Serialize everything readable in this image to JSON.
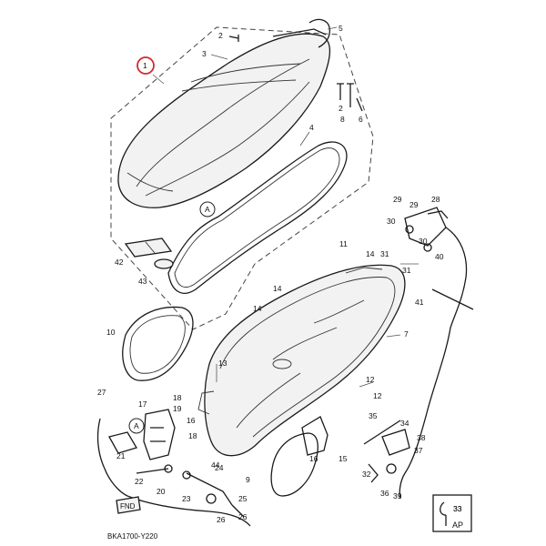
{
  "diagram": {
    "drawing_code": "BKA1700-Y220",
    "reference_letter": "A",
    "note_symbol_number": "33",
    "note_label": "AP",
    "highlighted_part": "1",
    "highlight_color": "#d22a2a",
    "part_numbers": [
      "1",
      "2",
      "2",
      "3",
      "4",
      "5",
      "6",
      "7",
      "8",
      "9",
      "10",
      "11",
      "12",
      "12",
      "13",
      "14",
      "14",
      "14",
      "15",
      "16",
      "16",
      "17",
      "18",
      "18",
      "19",
      "20",
      "21",
      "22",
      "23",
      "24",
      "25",
      "26",
      "26",
      "27",
      "28",
      "29",
      "29",
      "30",
      "30",
      "31",
      "31",
      "32",
      "33",
      "34",
      "35",
      "36",
      "37",
      "38",
      "39",
      "40",
      "41",
      "42",
      "43",
      "44"
    ],
    "components": [
      "seat",
      "seat-lock-cable",
      "seal-strip",
      "storage-box",
      "mat",
      "lock-assembly",
      "emblem-fnd"
    ],
    "emblem_text": "FND"
  }
}
